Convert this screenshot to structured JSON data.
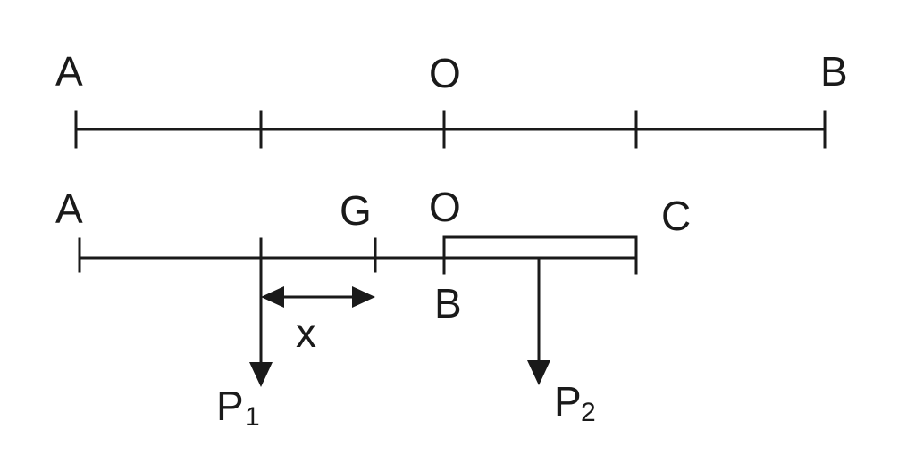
{
  "top_bar": {
    "labels": {
      "left": "A",
      "middle": "O",
      "right": "B"
    }
  },
  "bottom_bar": {
    "labels": {
      "left": "A",
      "g": "G",
      "o": "O",
      "c": "C",
      "b": "B"
    }
  },
  "displacement": {
    "label": "x"
  },
  "forces": {
    "p1": {
      "main": "P",
      "sub": "1"
    },
    "p2": {
      "main": "P",
      "sub": "2"
    }
  }
}
